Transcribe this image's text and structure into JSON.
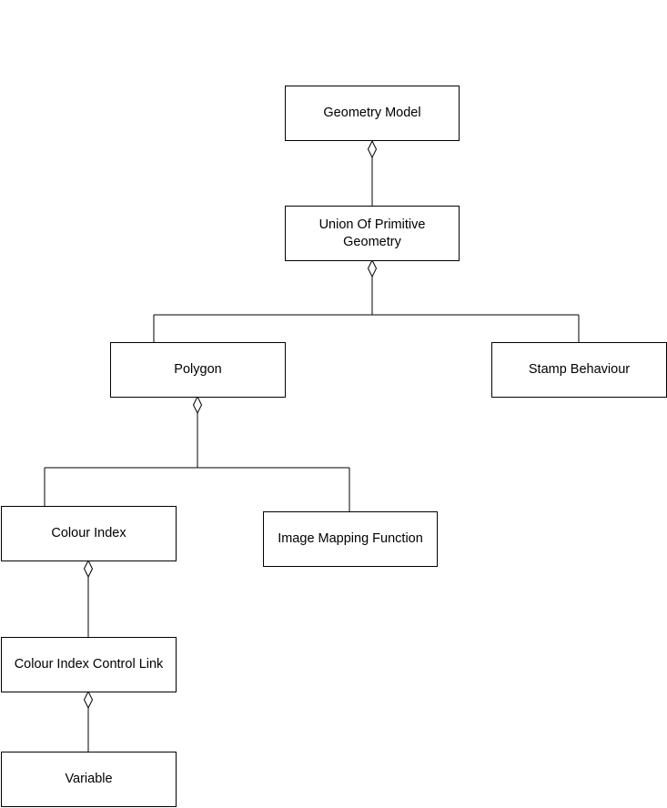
{
  "diagram": {
    "nodes": {
      "geometry_model": "Geometry Model",
      "union_of_primitive_geometry": "Union Of Primitive Geometry",
      "polygon": "Polygon",
      "stamp_behaviour": "Stamp Behaviour",
      "colour_index": "Colour Index",
      "image_mapping_function": "Image Mapping Function",
      "colour_index_control_link": "Colour Index Control Link",
      "variable": "Variable"
    },
    "aggregations": [
      {
        "whole": "Geometry Model",
        "part": "Union Of Primitive Geometry"
      },
      {
        "whole": "Union Of Primitive Geometry",
        "part": "Polygon"
      },
      {
        "whole": "Union Of Primitive Geometry",
        "part": "Stamp Behaviour"
      },
      {
        "whole": "Polygon",
        "part": "Colour Index"
      },
      {
        "whole": "Polygon",
        "part": "Image Mapping Function"
      },
      {
        "whole": "Colour Index",
        "part": "Colour Index Control Link"
      },
      {
        "whole": "Colour Index Control Link",
        "part": "Variable"
      }
    ],
    "colors": {
      "line": "#000000",
      "box_fill": "#ffffff",
      "text": "#000000"
    }
  }
}
